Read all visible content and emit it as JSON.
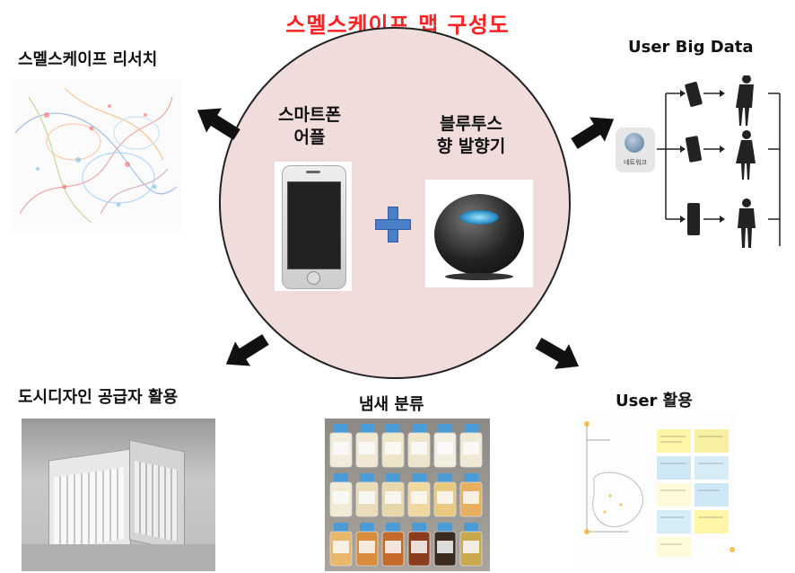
{
  "title": "스멜스케이프 맵 구성도",
  "center": {
    "app_label": [
      "스마트폰",
      "어플"
    ],
    "device_label": [
      "블루투스",
      "향 발향기"
    ],
    "plus": "+"
  },
  "nodes": {
    "top_left": "스멜스케이프 리서치",
    "top_right": "User Big Data",
    "bottom_left": "도시디자인 공급자 활용",
    "bottom_center": "냄새 분류",
    "bottom_right": "User 활용"
  },
  "bigdata": {
    "network_label": "네트워크"
  },
  "colors": {
    "title": "#ff2222",
    "circle": "#f1dcdc",
    "plus": "#4a7ec6",
    "arrow": "#111111"
  }
}
